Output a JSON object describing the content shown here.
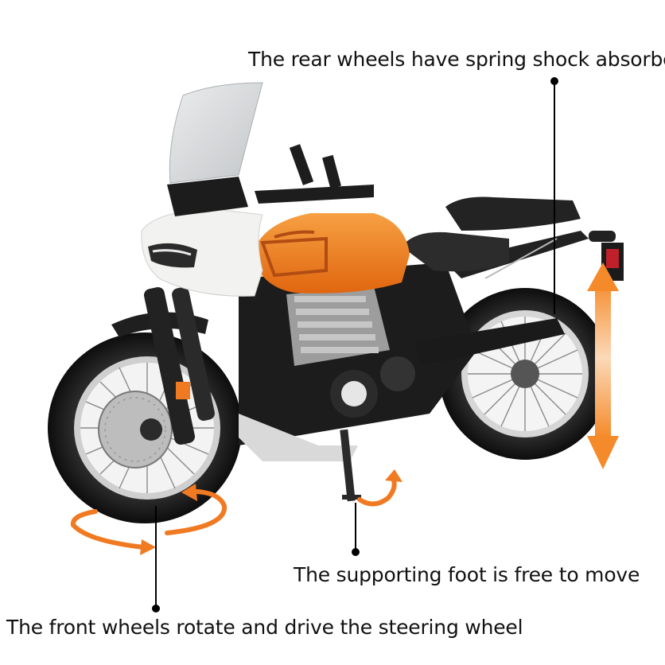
{
  "captions": {
    "rear": "The rear wheels have spring shock absorbers",
    "foot": "The supporting foot is free to move",
    "front": "The front wheels rotate and drive the steering wheel"
  },
  "colors": {
    "accent_arrow": "#f07a22",
    "tank_orange": "#f08a1e",
    "fairing_white": "#f2f2f0",
    "frame_black": "#1b1b1b",
    "rim_silver": "#c9c9c9"
  }
}
